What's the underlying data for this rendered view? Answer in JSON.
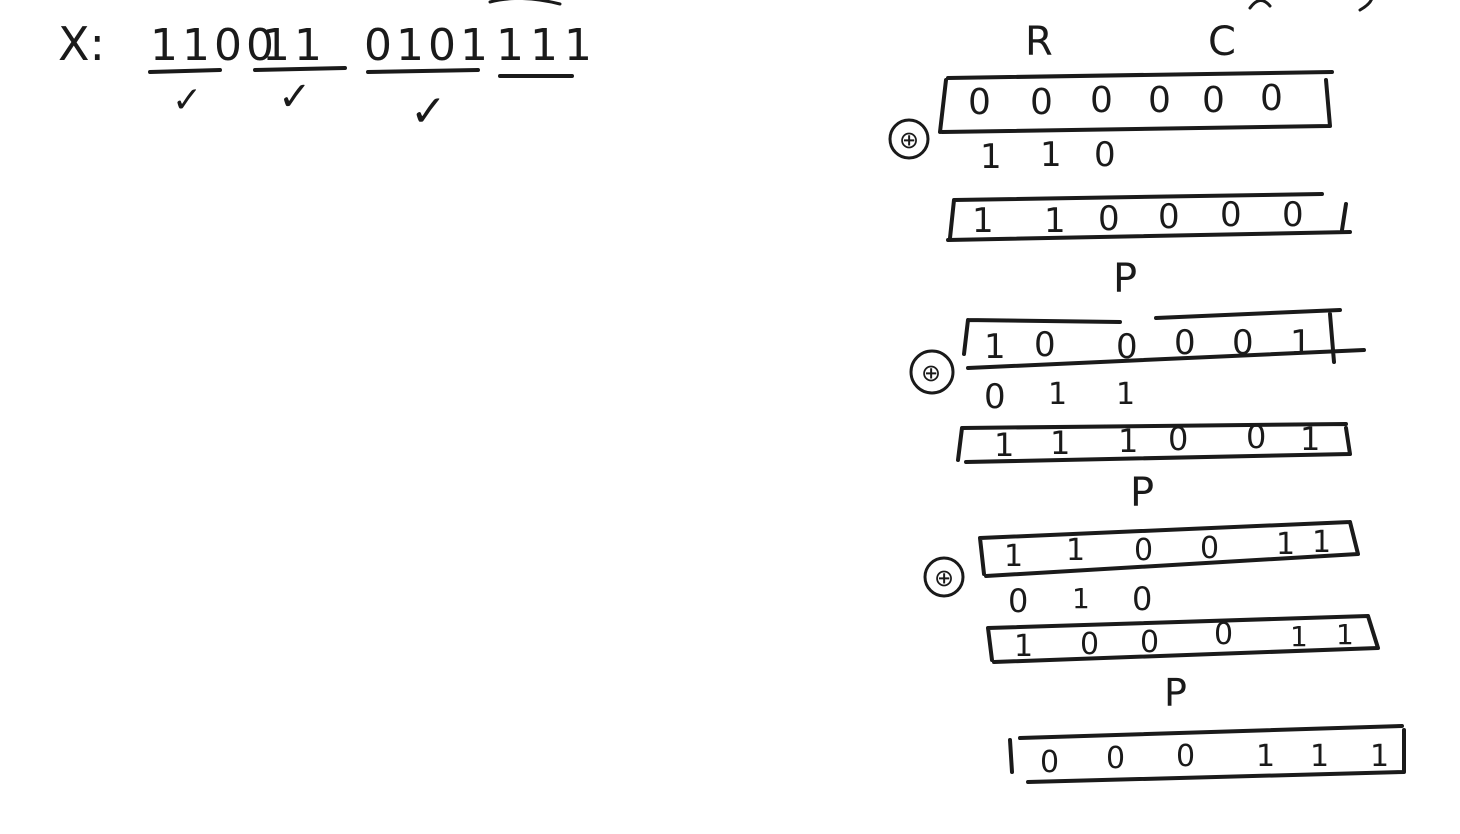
{
  "input": {
    "label": "X:",
    "blocks": [
      {
        "bits": "1100",
        "checked": true
      },
      {
        "bits": "11",
        "checked": true
      },
      {
        "bits": "0101",
        "checked": true
      },
      {
        "bits": "111",
        "checked": false
      }
    ],
    "check_mark": "✓"
  },
  "state": {
    "rate_label": "R",
    "capacity_label": "C",
    "permutation_label": "P",
    "initial": [
      "0",
      "0",
      "0",
      "0",
      "0",
      "0"
    ],
    "rounds": [
      {
        "step_mark": "⊕",
        "absorb": [
          "1",
          "1",
          "0"
        ],
        "after_xor": [
          "1",
          "1",
          "0",
          "0",
          "0",
          "0"
        ],
        "after_perm": [
          "1",
          "0",
          "0",
          "0",
          "0",
          "1"
        ]
      },
      {
        "step_mark": "⊕",
        "absorb": [
          "0",
          "1",
          "1"
        ],
        "after_xor": [
          "1",
          "1",
          "1",
          "0",
          "0",
          "1"
        ],
        "after_perm": [
          "1",
          "1",
          "0",
          "0",
          "1",
          "1"
        ]
      },
      {
        "step_mark": "⊕",
        "absorb": [
          "0",
          "1",
          "0"
        ],
        "after_xor": [
          "1",
          "0",
          "0",
          "0",
          "1",
          "1"
        ],
        "after_perm": [
          "0",
          "0",
          "0",
          "1",
          "1",
          "1"
        ]
      }
    ]
  }
}
